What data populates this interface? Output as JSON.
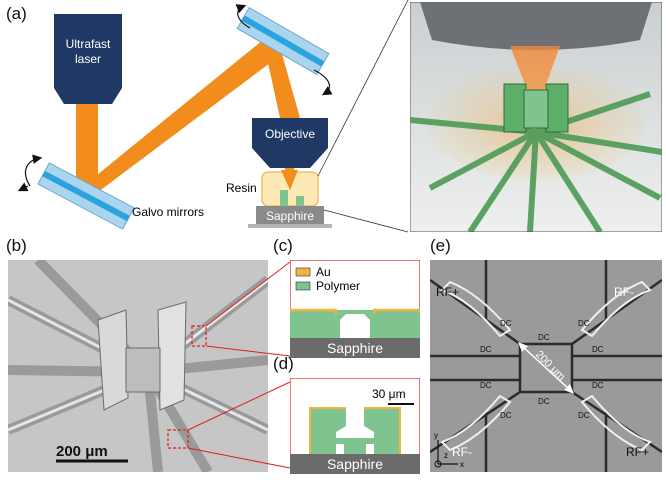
{
  "panels": {
    "a": "(a)",
    "b": "(b)",
    "c": "(c)",
    "d": "(d)",
    "e": "(e)"
  },
  "panel_a": {
    "laser_label_1": "Ultrafast",
    "laser_label_2": "laser",
    "objective_label": "Objective",
    "resin_label": "Resin",
    "sapphire_label": "Sapphire",
    "galvo_label": "Galvo mirrors"
  },
  "panel_b": {
    "scale_bar": "200 μm"
  },
  "panel_c": {
    "legend_au": "Au",
    "legend_polymer": "Polymer",
    "substrate_label": "Sapphire"
  },
  "panel_d": {
    "scale_bar": "30 μm",
    "substrate_label": "Sapphire"
  },
  "panel_e": {
    "rf_plus_top": "RF+",
    "rf_minus_top": "RF-",
    "rf_minus_bottom": "RF-",
    "rf_plus_bottom": "RF+",
    "dc_label": "DC",
    "distance_label": "200 μm",
    "axis_y": "y",
    "axis_z": "z",
    "axis_x": "x"
  },
  "colors": {
    "orange": "#F28C1C",
    "navy": "#1F3864",
    "mirror_light": "#A9D5EE",
    "mirror_dark": "#2AA3DF",
    "polymer": "#7FC48F",
    "gold": "#F3B43F",
    "sapphire_gray": "#7A7A7A",
    "red": "#E0201B"
  }
}
